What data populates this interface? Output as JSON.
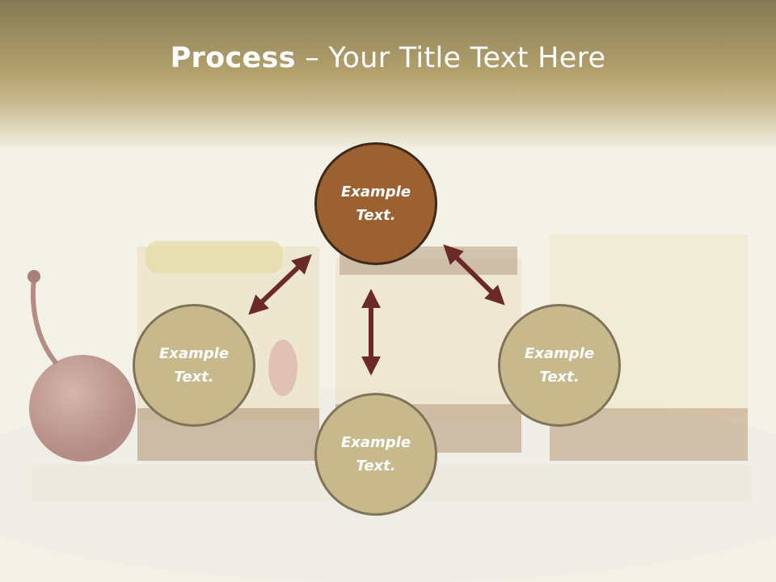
{
  "title": {
    "bold": "Process",
    "rest": " – Your Title Text Here"
  },
  "circles": [
    {
      "text": "Example Text."
    },
    {
      "text": "Example Text."
    },
    {
      "text": "Example Text."
    },
    {
      "text": "Example Text."
    }
  ],
  "colors": {
    "header": "#b5a36e",
    "circle_fill": "#c8b98c",
    "circle_border": "#7f7459",
    "accent_fill": "#9b6131",
    "arrow": "#6b2a28"
  }
}
